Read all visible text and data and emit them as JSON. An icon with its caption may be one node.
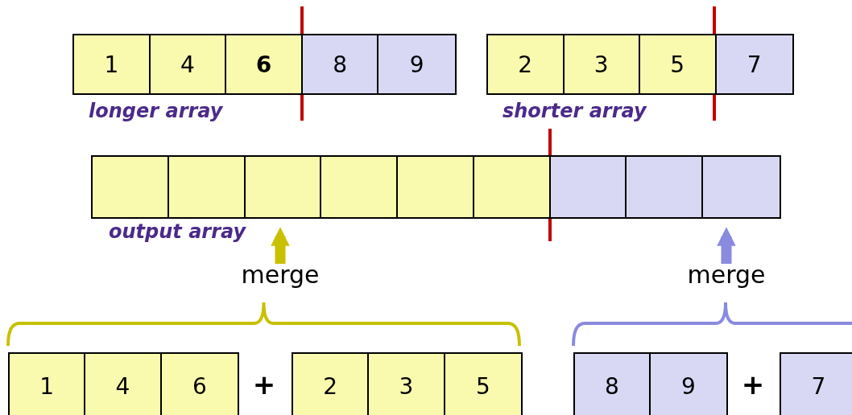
{
  "diagram": {
    "nodes": [
      {
        "text": [
          "1",
          "4",
          "**6**",
          "8",
          "9"
        ],
        "beside": [
          "longer array"
        ]
      },
      {
        "text": [
          "2",
          "3",
          "5",
          "7"
        ],
        "beside": [
          "shorter array"
        ]
      },
      {
        "text": [],
        "shape": "box",
        "beside": [
          "output array"
        ]
      },
      {
        "text": [
          "merge"
        ]
      },
      {
        "text": [
          "merge"
        ]
      },
      {
        "text": [
          "1",
          "4",
          "6"
        ]
      },
      {
        "text": [
          "2",
          "3",
          "5"
        ]
      },
      {
        "text": [
          "8",
          "9"
        ]
      },
      {
        "text": [
          "7"
        ]
      }
    ],
    "edges": [
      {
        "from": 3,
        "to": 2,
        "arrow": "to",
        "color": "#c8c000"
      },
      {
        "from": 4,
        "to": 2,
        "arrow": "to",
        "color": "#8a8ae0"
      }
    ],
    "labels": [
      "+",
      "+"
    ]
  }
}
